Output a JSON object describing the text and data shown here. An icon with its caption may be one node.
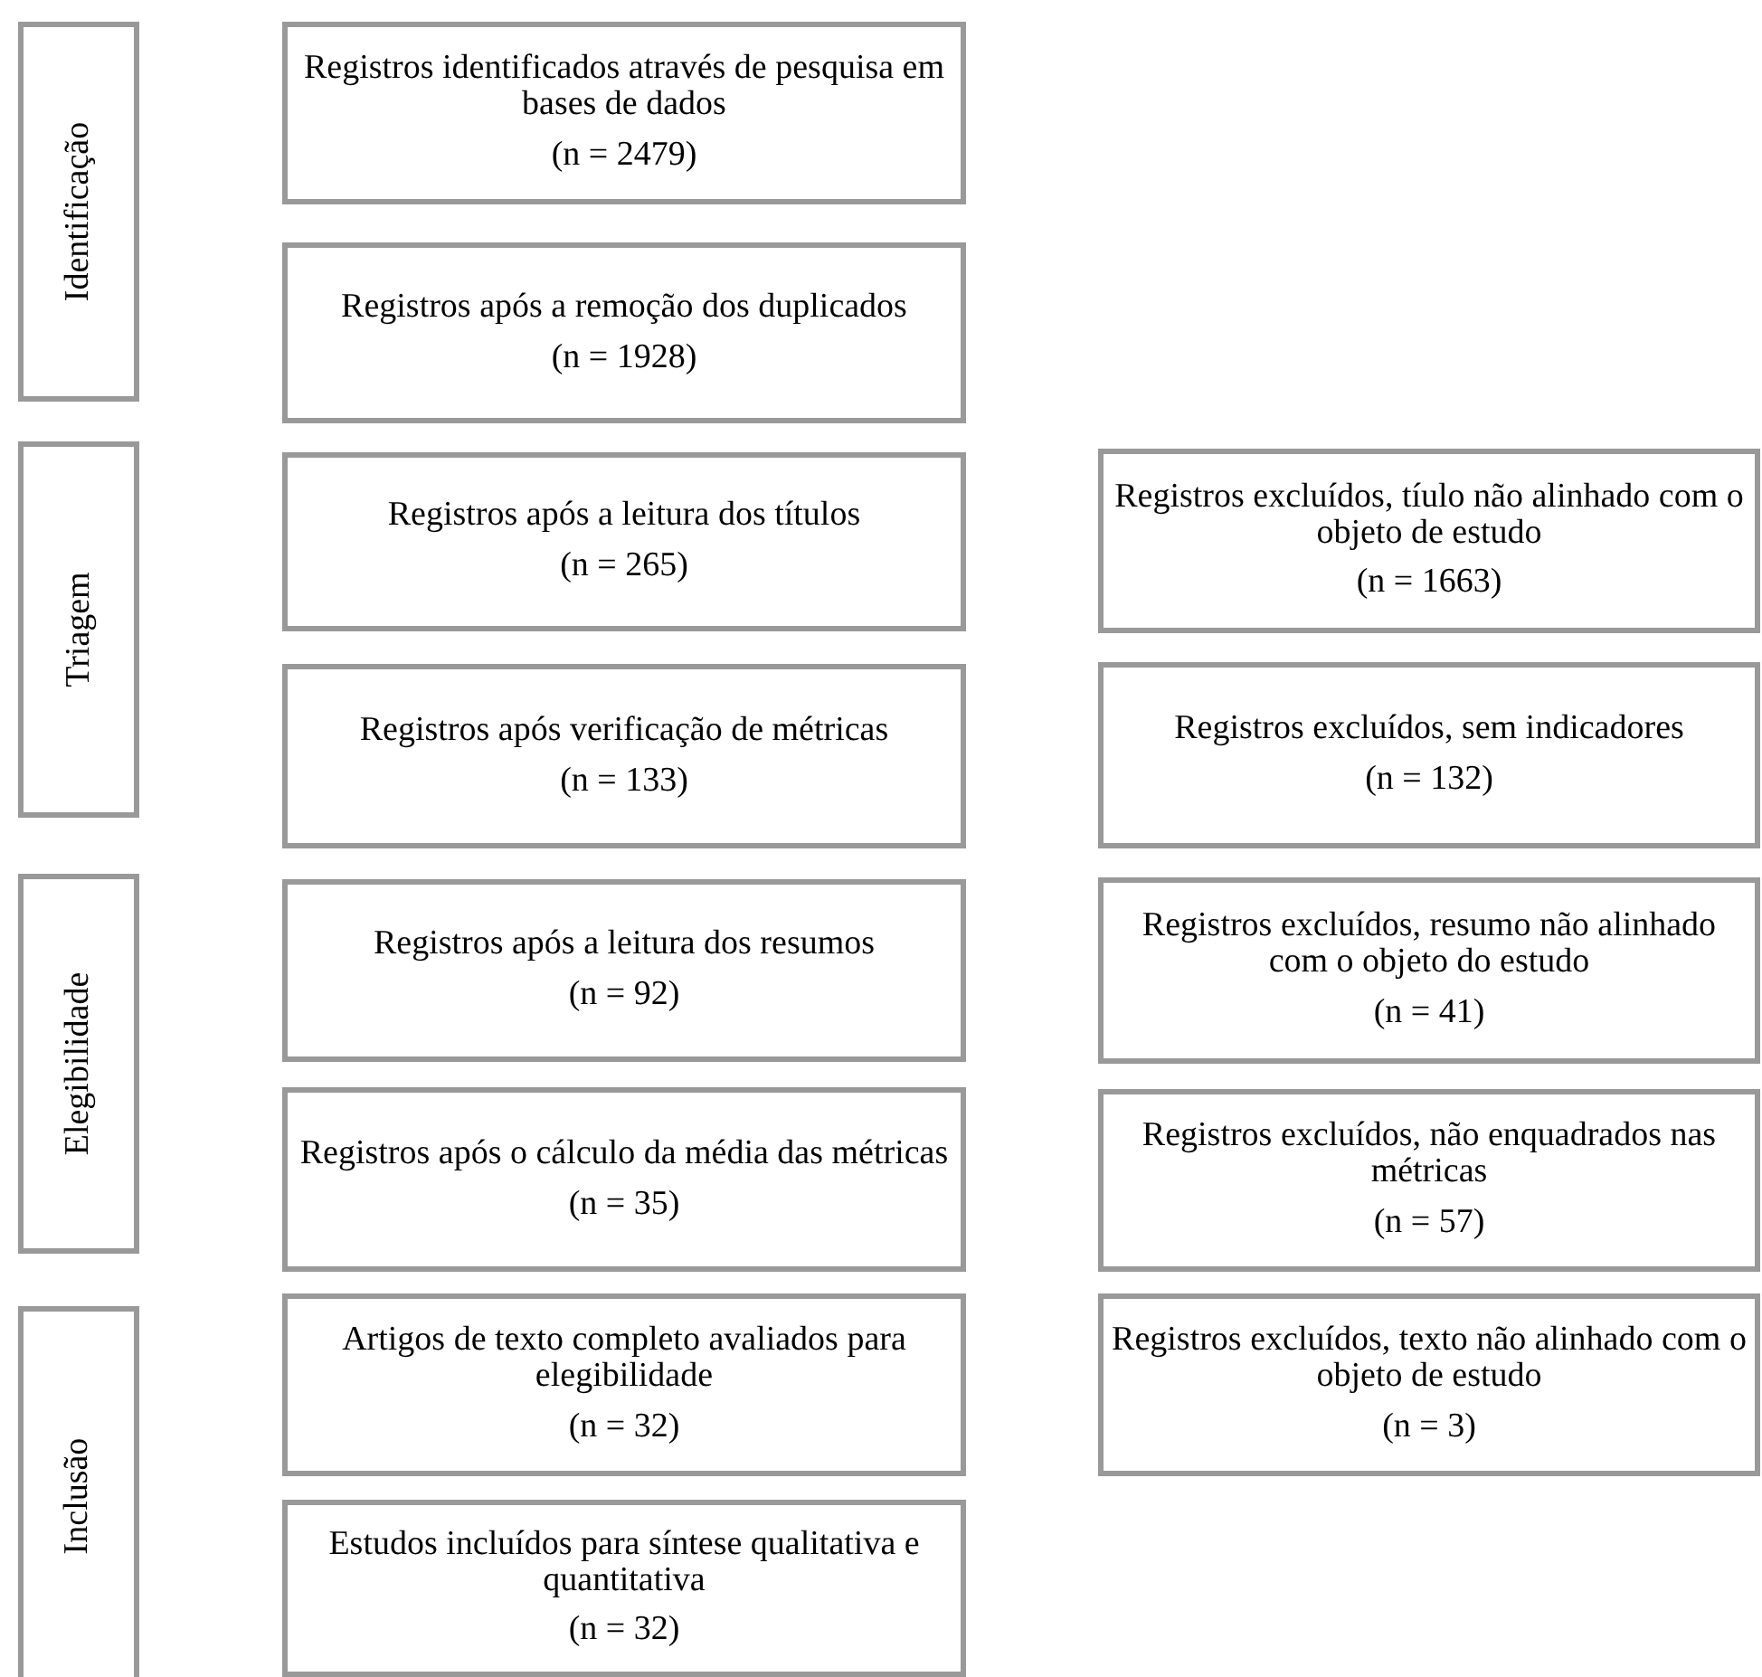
{
  "diagram": {
    "nodes": [
      {
        "text": [
          "Identificação"
        ]
      },
      {
        "text": [
          "Registros identificados através de pesquisa em bases de dados",
          "(n = 2479)"
        ]
      },
      {
        "text": [
          "Registros após a remoção dos duplicados",
          "(n = 1928)"
        ]
      },
      {
        "text": [
          "Triagem"
        ]
      },
      {
        "text": [
          "Registros após a leitura dos títulos",
          "(n = 265)"
        ]
      },
      {
        "text": [
          "Registros excluídos, tíulo não alinhado com o objeto de estudo",
          "(n = 1663)"
        ]
      },
      {
        "text": [
          "Registros após verificação de métricas",
          "(n = 133)"
        ]
      },
      {
        "text": [
          "Registros excluídos, sem indicadores",
          "(n = 132)"
        ]
      },
      {
        "text": [
          "Elegibilidade"
        ]
      },
      {
        "text": [
          "Registros após a leitura dos resumos",
          "(n = 92)"
        ]
      },
      {
        "text": [
          "Registros excluídos, resumo não alinhado com o objeto do estudo",
          "(n = 41)"
        ]
      },
      {
        "text": [
          "Registros após o cálculo da média das métricas",
          "(n = 35)"
        ]
      },
      {
        "text": [
          "Registros excluídos, não enquadrados nas métricas",
          "(n = 57)"
        ]
      },
      {
        "text": [
          "Inclusão"
        ]
      },
      {
        "text": [
          "Artigos de texto completo avaliados para elegibilidade",
          "(n = 32)"
        ]
      },
      {
        "text": [
          "Registros excluídos, texto não alinhado com o objeto de estudo",
          "(n = 3)"
        ]
      },
      {
        "text": [
          "Estudos incluídos para síntese qualitativa e quantitativa",
          "(n = 32)"
        ]
      }
    ]
  }
}
